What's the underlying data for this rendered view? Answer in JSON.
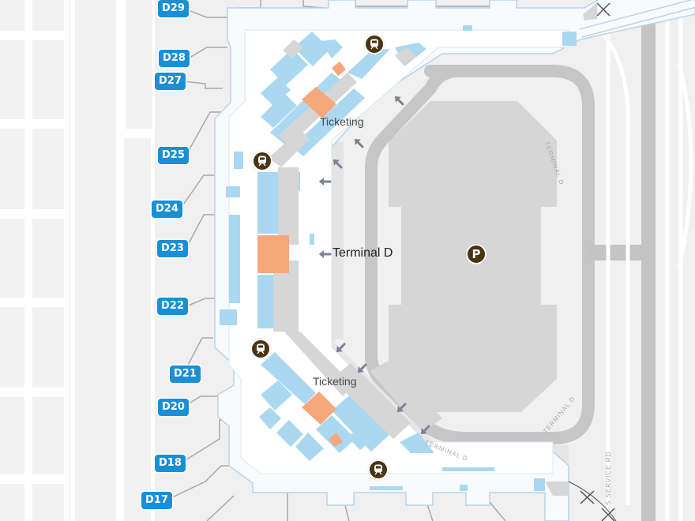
{
  "map": {
    "title": "Terminal D",
    "colors": {
      "background": "#f4f4f4",
      "concourse": "#f8fbfe",
      "concourse_outline": "#b9d3e8",
      "shops": "#a9d8f0",
      "restricted": "#d6d6d6",
      "highlight": "#f7a77c",
      "road": "#c4c4c4",
      "parking": "#d8d8d8",
      "gate_badge": "#1a8fd6",
      "poi": "#4b3411",
      "arrow": "#7a8391"
    },
    "gates": [
      {
        "id": "D29",
        "label": "D29"
      },
      {
        "id": "D28",
        "label": "D28"
      },
      {
        "id": "D27",
        "label": "D27"
      },
      {
        "id": "D25",
        "label": "D25"
      },
      {
        "id": "D24",
        "label": "D24"
      },
      {
        "id": "D23",
        "label": "D23"
      },
      {
        "id": "D22",
        "label": "D22"
      },
      {
        "id": "D21",
        "label": "D21"
      },
      {
        "id": "D20",
        "label": "D20"
      },
      {
        "id": "D18",
        "label": "D18"
      },
      {
        "id": "D17",
        "label": "D17"
      }
    ],
    "labels": {
      "ticketing_north": "Ticketing",
      "ticketing_south": "Ticketing",
      "terminal": "Terminal D"
    },
    "road_labels": {
      "terminal_d_east": "TERMINAL D",
      "terminal_d_southeast": "TERMINAL D",
      "terminal_d_south": "TERMINAL D",
      "service_rd": "S SERVICE RD"
    },
    "pois": [
      {
        "id": "skylink-north",
        "icon": "train-icon"
      },
      {
        "id": "skylink-west-upper",
        "icon": "train-icon"
      },
      {
        "id": "skylink-west-lower",
        "icon": "train-icon"
      },
      {
        "id": "skylink-south",
        "icon": "train-icon"
      },
      {
        "id": "parking",
        "icon": "parking-icon",
        "label": "P"
      }
    ]
  }
}
